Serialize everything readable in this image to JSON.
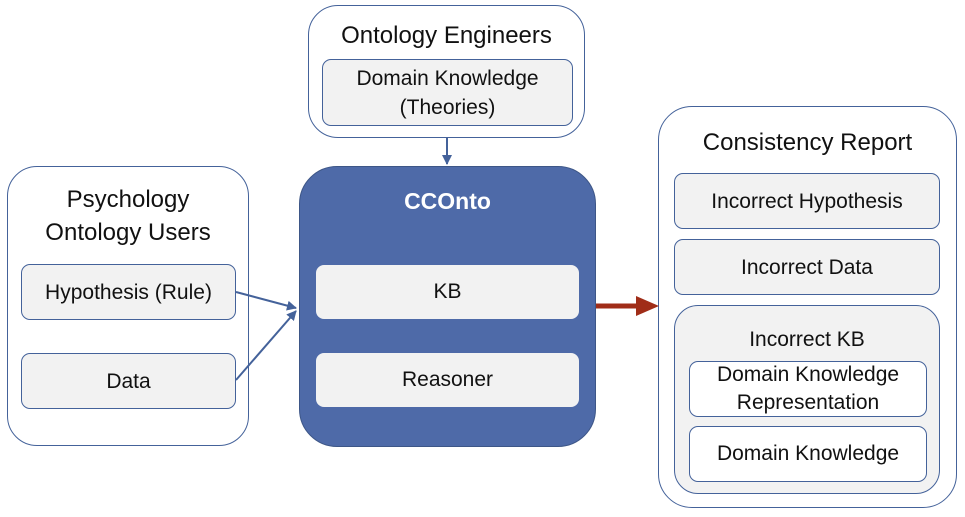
{
  "engineers": {
    "title": "Ontology Engineers",
    "domain_knowledge_line1": "Domain Knowledge",
    "domain_knowledge_line2": "(Theories)"
  },
  "users": {
    "title_line1": "Psychology",
    "title_line2": "Ontology Users",
    "hypothesis": "Hypothesis (Rule)",
    "data": "Data"
  },
  "cconto": {
    "title": "CCOnto",
    "kb": "KB",
    "reasoner": "Reasoner"
  },
  "report": {
    "title": "Consistency Report",
    "incorrect_hypothesis": "Incorrect Hypothesis",
    "incorrect_data": "Incorrect Data",
    "incorrect_kb": "Incorrect KB",
    "dk_representation_line1": "Domain Knowledge",
    "dk_representation_line2": "Representation",
    "domain_knowledge": "Domain Knowledge"
  },
  "colors": {
    "border": "#44629a",
    "cconto_fill": "#4e6aa8",
    "inner_fill": "#f2f2f2",
    "output_arrow": "#a02d18"
  }
}
